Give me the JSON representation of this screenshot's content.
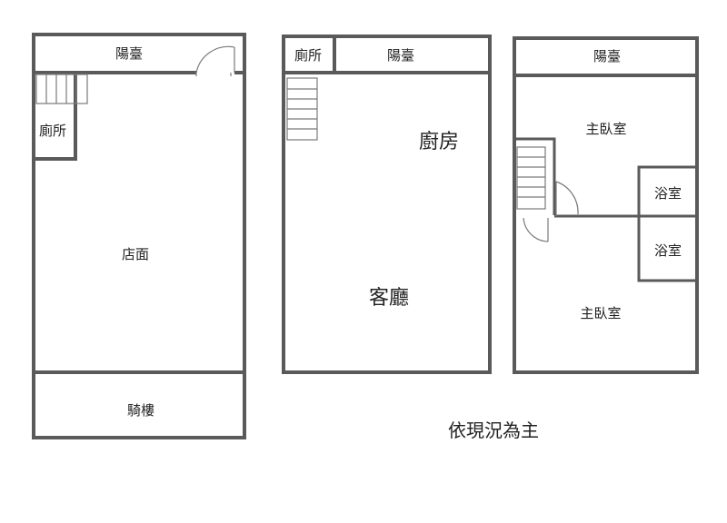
{
  "plans": {
    "floor1": {
      "balcony": "陽臺",
      "toilet": "廁所",
      "shop": "店面",
      "arcade": "騎樓"
    },
    "floor2": {
      "toilet": "廁所",
      "balcony": "陽臺",
      "kitchen": "廚房",
      "living": "客廳"
    },
    "floor3": {
      "balcony": "陽臺",
      "master_bedroom_top": "主臥室",
      "bathroom_top": "浴室",
      "bathroom_bottom": "浴室",
      "master_bedroom_bottom": "主臥室"
    }
  },
  "note": "依現況為主"
}
